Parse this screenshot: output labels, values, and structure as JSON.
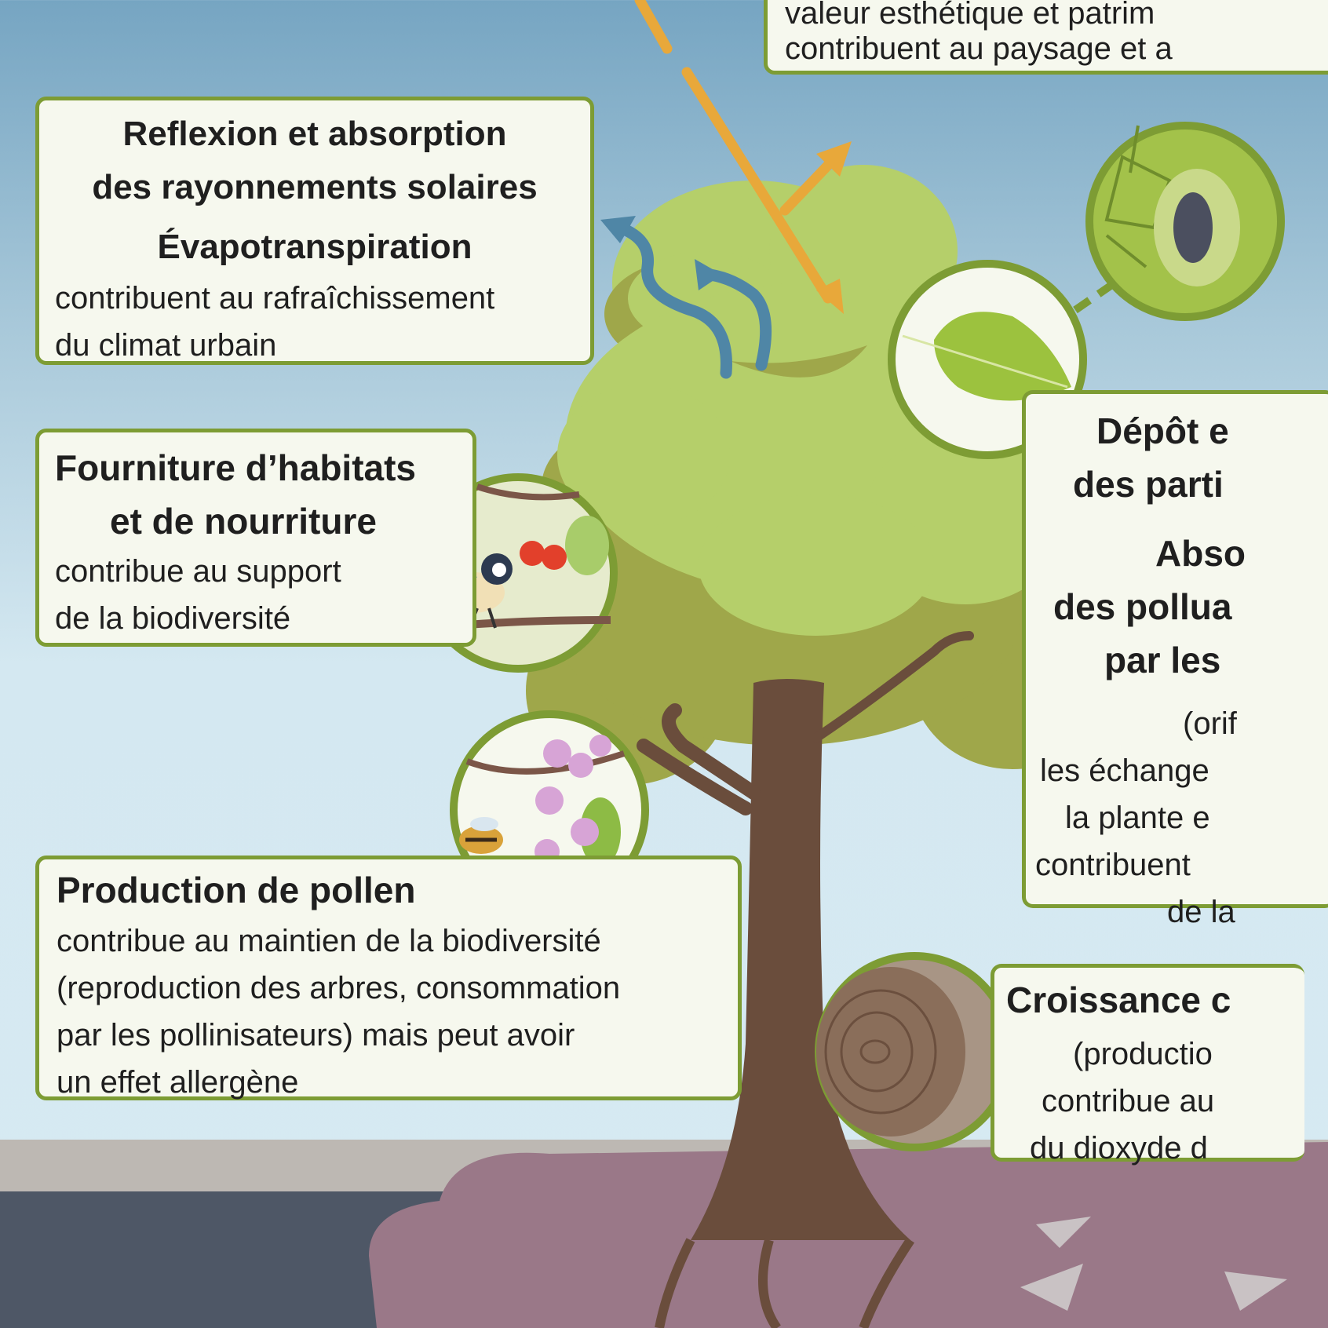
{
  "aesthetic_box": {
    "lines": [
      "valeur esthétique et patrim",
      "contribuent au paysage et a"
    ]
  },
  "solar_box": {
    "title_lines": [
      "Reflexion et absorption",
      "des rayonnements solaires",
      "Évapotranspiration"
    ],
    "body_lines": [
      "contribuent au rafraîchissement",
      "du climat urbain"
    ]
  },
  "habitat_box": {
    "title_lines": [
      "Fourniture d’habitats",
      "et de nourriture"
    ],
    "body_lines": [
      "contribue au support",
      "de la biodiversité"
    ]
  },
  "pollen_box": {
    "title": "Production de pollen",
    "body_lines": [
      "contribue au maintien de la biodiversité",
      "(reproduction des arbres, consommation",
      "par les pollinisateurs) mais peut avoir",
      "un effet allergène"
    ]
  },
  "pollution_box": {
    "title_lines": [
      "Dépôt e",
      "des parti",
      "Abso",
      "des pollua",
      "par les"
    ],
    "body_lines": [
      "(orif",
      "les échange",
      "la plante e",
      "contribuent",
      "de la"
    ]
  },
  "growth_box": {
    "title": "Croissance c",
    "body_lines": [
      "(productio",
      "contribue au",
      "du dioxyde d"
    ]
  },
  "colors": {
    "border": "#7d9c34",
    "box_bg": "#f6f8ee",
    "sun_ray": "#e8a83a",
    "water_arrow": "#4f86a6",
    "trunk": "#6a4d3c",
    "canopy_light": "#b5cf6a",
    "canopy_dark": "#9fa74a",
    "soil": "#9a7888"
  }
}
